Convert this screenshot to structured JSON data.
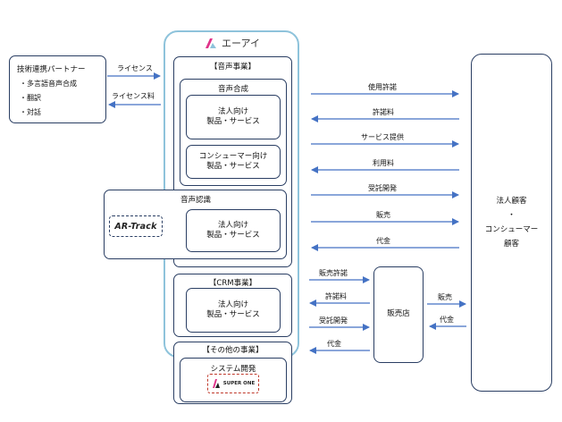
{
  "company": {
    "name": "エーアイ"
  },
  "partner": {
    "title": "技術連携パートナー",
    "items": [
      "・多言語音声合成",
      "・翻訳",
      "・対話"
    ]
  },
  "license_out": "ライセンス",
  "license_fee": "ライセンス料",
  "voice_business": {
    "title": "【音声事業】",
    "synthesis": {
      "title": "音声合成",
      "corp_line1": "法人向け",
      "corp_line2": "製品・サービス",
      "consumer_line1": "コンシューマー向け",
      "consumer_line2": "製品・サービス"
    },
    "recognition": {
      "title": "音声認識",
      "line1": "法人向け",
      "line2": "製品・サービス",
      "logo_text": "AR-Track"
    }
  },
  "crm_business": {
    "title": "【CRM事業】",
    "line1": "法人向け",
    "line2": "製品・サービス"
  },
  "other_business": {
    "title": "【その他の事業】",
    "system_dev": "システム開発",
    "logo_text": "SUPER ONE"
  },
  "customer": {
    "line1": "法人顧客",
    "line2": "・",
    "line3": "コンシューマー",
    "line4": "顧客"
  },
  "right_flows": [
    {
      "label": "使用許諾",
      "direction": "right"
    },
    {
      "label": "許諾料",
      "direction": "left"
    },
    {
      "label": "サービス提供",
      "direction": "right"
    },
    {
      "label": "利用料",
      "direction": "left"
    },
    {
      "label": "受託開発",
      "direction": "right"
    },
    {
      "label": "販売",
      "direction": "right"
    },
    {
      "label": "代金",
      "direction": "left"
    }
  ],
  "dealer": {
    "name": "販売店"
  },
  "dealer_flows_left": [
    {
      "label": "販売許諾",
      "direction": "right"
    },
    {
      "label": "許諾料",
      "direction": "left"
    },
    {
      "label": "受託開発",
      "direction": "right"
    },
    {
      "label": "代金",
      "direction": "left"
    }
  ],
  "dealer_flows_right": [
    {
      "label": "販売",
      "direction": "right"
    },
    {
      "label": "代金",
      "direction": "left"
    }
  ],
  "colors": {
    "frame": "#8ec3db",
    "border": "#2a3e63",
    "arrow": "#4472c4",
    "logo_accent": "#e0338a",
    "logo_dark": "#222222"
  }
}
